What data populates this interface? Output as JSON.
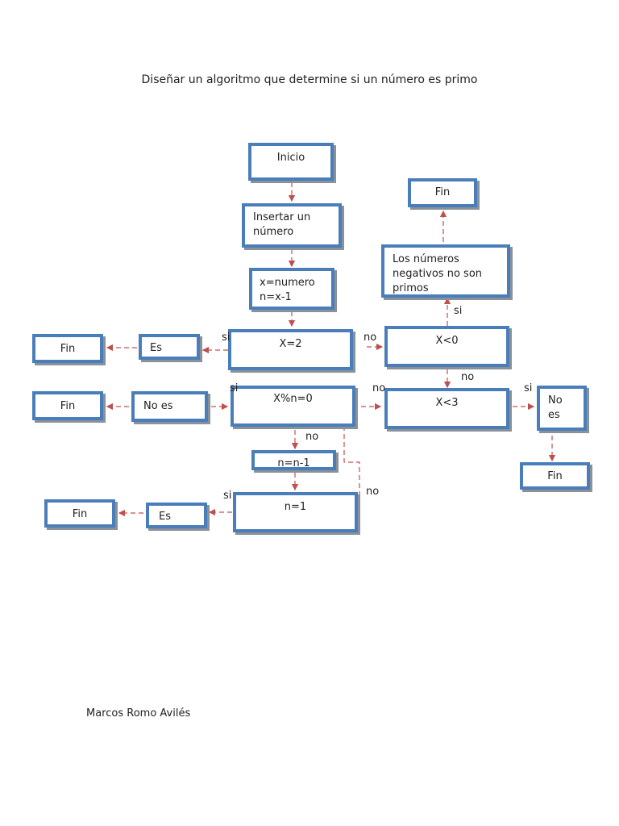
{
  "title": "Diseñar un algoritmo que determine si un número es primo",
  "author": "Marcos Romo Avilés",
  "boxes": {
    "inicio": "Inicio",
    "insertar": "Insertar un\nnúmero",
    "asignacion": "x=numero\nn=x-1",
    "x_eq_2": "X=2",
    "x_lt_0": "X<0",
    "negativos": "Los números\nnegativos no son\nprimos",
    "fin_top": "Fin",
    "x_mod_n": "X%n=0",
    "x_lt_3": "X<3",
    "no_es_right": "No\nes",
    "fin_right": "Fin",
    "es_1": "Es",
    "fin_1": "Fin",
    "no_es_left": "No es",
    "fin_2": "Fin",
    "n_dec": "n=n-1",
    "n_eq_1": "n=1",
    "es_2": "Es",
    "fin_3": "Fin"
  },
  "labels": {
    "si_x2": "si",
    "no_x2": "no",
    "si_xlt0": "si",
    "no_xlt0": "no",
    "si_xmod": "si",
    "no_xmod_right": "no",
    "si_xlt3": "si",
    "no_xmod_down": "no",
    "no_loop": "no",
    "si_n1": "si"
  }
}
